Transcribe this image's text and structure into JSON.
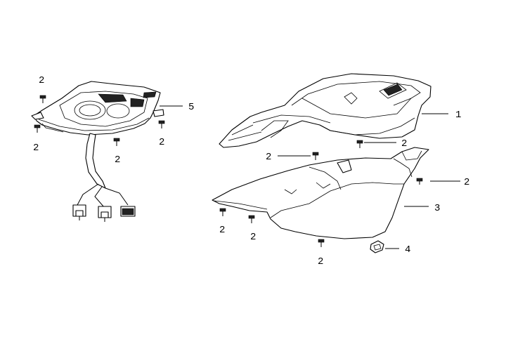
{
  "labels": {
    "cover_upper": "1",
    "screw": "2",
    "cover_lower": "3",
    "nut": "4",
    "meter": "5"
  }
}
